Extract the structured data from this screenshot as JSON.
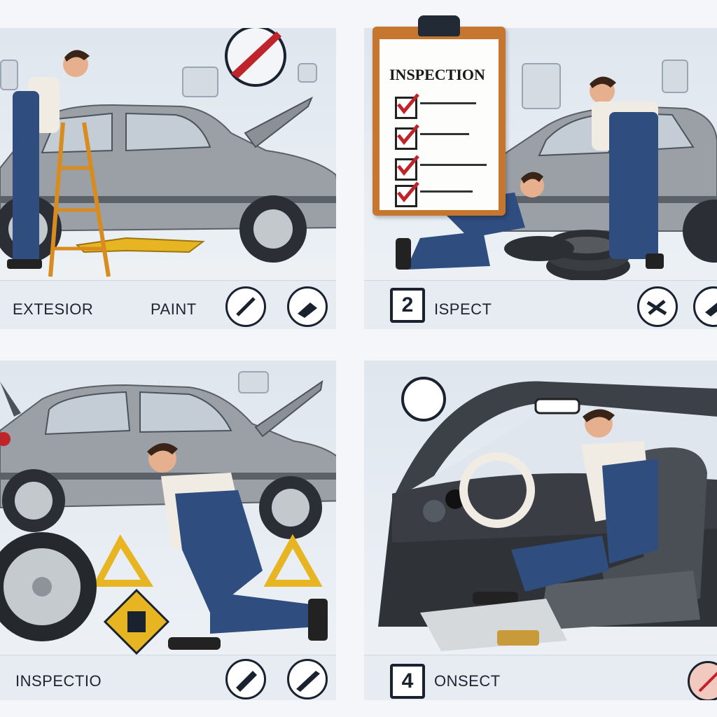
{
  "panels": {
    "p1": {
      "label_left": "EXTESIOR",
      "label_right": "PAINT"
    },
    "p2": {
      "number": "2",
      "label": "ISPECT"
    },
    "p3": {
      "label": "INSPECTIO"
    },
    "p4": {
      "number": "4",
      "label": "ONSECT"
    }
  },
  "clipboard": {
    "title": "INSPECTION"
  },
  "colors": {
    "panel_bg": "#e3e9f0",
    "car_body": "#8f959b",
    "overalls": "#2f4d7e",
    "accent_red": "#c0242b",
    "jack_yellow": "#e8b522"
  }
}
